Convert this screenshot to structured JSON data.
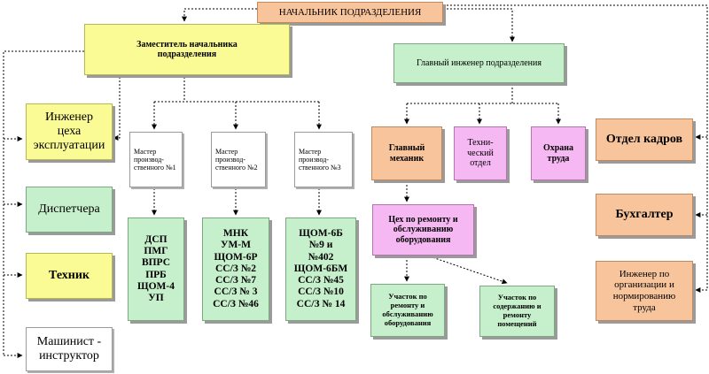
{
  "chief": "НАЧАЛЬНИК   ПОДРАЗДЕЛЕНИЯ",
  "deputy": "Заместитель  начальника\nподразделения",
  "chief_engineer": "Главный  инженер  подразделения",
  "left": {
    "operations_engineer": "Инженер\nцеха\nэксплуатации",
    "dispatchers": "Диспетчера",
    "technician": "Техник",
    "driver_instructor": "Машинист -\nинструктор"
  },
  "masters": [
    {
      "title": "Мастер\nпроизвод-\nственного №1",
      "items": "ДСП\nПМГ\nВПРС\nПРБ\nЩОМ-4\nУП"
    },
    {
      "title": "Мастер\nпроизвод-\nственного №2",
      "items": "МНК\nУМ-М\nЩОМ-6Р\nСС/З №2\nСС/З №7\nСС/З № 3\nСС/З №46"
    },
    {
      "title": "Мастер\nпроизвод-\nственного №3",
      "items": "ЩОМ-6Б\n№9 и\n№402\nЩОМ-6БМ\nСС/З №45\nСС/З №10\nСС/З № 14"
    }
  ],
  "engineering": {
    "chief_mechanic": "Главный\nмеханик",
    "technical_dept": "Техни-\nческий\nотдел",
    "labor_protection": "Охрана\nтруда",
    "repair_shop": "Цех по ремонту и\nобслуживанию\nоборудования",
    "repair_section": "Участок по\nремонту и\nобслуживанию\nоборудования",
    "premises_section": "Участок по\nсодержанию и\nремонту\nпомещений"
  },
  "right": {
    "hr": "Отдел кадров",
    "accountant": "Бухгалтер",
    "labor_engineer": "Инженер по\nорганизации и\nнормированию\nтруда"
  }
}
